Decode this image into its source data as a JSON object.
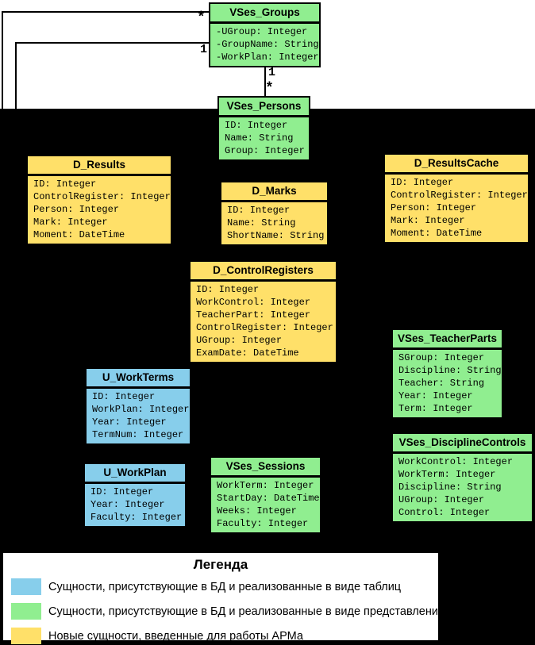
{
  "diagram": {
    "entities": [
      {
        "id": "vses_groups",
        "name": "VSes_Groups",
        "category": "view",
        "attributes": [
          "-UGroup: Integer",
          "-GroupName: String",
          "-WorkPlan: Integer"
        ]
      },
      {
        "id": "vses_persons",
        "name": "VSes_Persons",
        "category": "view",
        "attributes": [
          "ID: Integer",
          "Name: String",
          "Group: Integer"
        ]
      },
      {
        "id": "d_results",
        "name": "D_Results",
        "category": "new",
        "attributes": [
          "ID: Integer",
          "ControlRegister: Integer",
          "Person: Integer",
          "Mark: Integer",
          "Moment: DateTime"
        ]
      },
      {
        "id": "d_marks",
        "name": "D_Marks",
        "category": "new",
        "attributes": [
          "ID: Integer",
          "Name: String",
          "ShortName: String"
        ]
      },
      {
        "id": "d_resultscache",
        "name": "D_ResultsCache",
        "category": "new",
        "attributes": [
          "ID: Integer",
          "ControlRegister: Integer",
          "Person: Integer",
          "Mark: Integer",
          "Moment: DateTime"
        ]
      },
      {
        "id": "d_controlregisters",
        "name": "D_ControlRegisters",
        "category": "new",
        "attributes": [
          "ID: Integer",
          "WorkControl: Integer",
          "TeacherPart: Integer",
          "ControlRegister: Integer",
          "UGroup: Integer",
          "ExamDate: DateTime"
        ]
      },
      {
        "id": "vses_teacherparts",
        "name": "VSes_TeacherParts",
        "category": "view",
        "attributes": [
          "SGroup: Integer",
          "Discipline: String",
          "Teacher: String",
          "Year: Integer",
          "Term: Integer"
        ]
      },
      {
        "id": "u_workterms",
        "name": "U_WorkTerms",
        "category": "table",
        "attributes": [
          "ID: Integer",
          "WorkPlan: Integer",
          "Year: Integer",
          "TermNum: Integer"
        ]
      },
      {
        "id": "u_workplan",
        "name": "U_WorkPlan",
        "category": "table",
        "attributes": [
          "ID: Integer",
          "Year: Integer",
          "Faculty: Integer"
        ]
      },
      {
        "id": "vses_sessions",
        "name": "VSes_Sessions",
        "category": "view",
        "attributes": [
          "WorkTerm: Integer",
          "StartDay: DateTime",
          "Weeks: Integer",
          "Faculty: Integer"
        ]
      },
      {
        "id": "vses_disciplinecontrols",
        "name": "VSes_DisciplineControls",
        "category": "view",
        "attributes": [
          "WorkControl: Integer",
          "WorkTerm: Integer",
          "Discipline: String",
          "UGroup: Integer",
          "Control: Integer"
        ]
      }
    ],
    "connector_labels": {
      "left_many": "*",
      "left_one": "1",
      "center_one": "1",
      "center_many": "*"
    }
  },
  "colors": {
    "table": "#87CEEB",
    "view": "#90EE90",
    "new": "#FFE069"
  },
  "legend": {
    "title": "Легенда",
    "items": [
      {
        "category": "table",
        "label": "Сущности, присутствующие в БД и реализованные в виде таблиц"
      },
      {
        "category": "view",
        "label": "Сущности, присутствующие в БД и реализованные в виде представлений"
      },
      {
        "category": "new",
        "label": "Новые сущности, введенные для работы АРМа"
      }
    ]
  }
}
